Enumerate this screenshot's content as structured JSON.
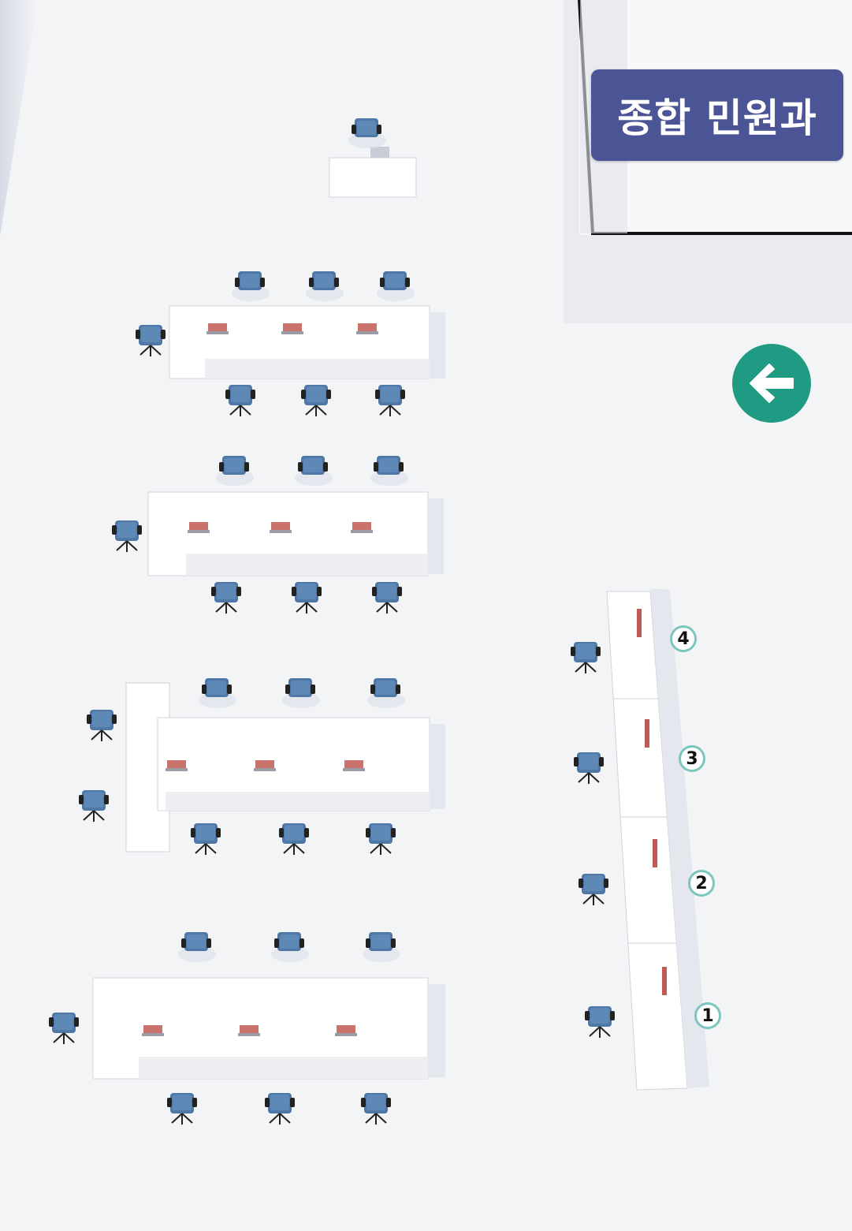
{
  "room": {
    "label": "종합 민원과"
  },
  "back_button": {
    "icon": "arrow-left-icon",
    "color": "#1f9a83"
  },
  "service_windows": [
    {
      "number": "4"
    },
    {
      "number": "3"
    },
    {
      "number": "2"
    },
    {
      "number": "1"
    }
  ],
  "colors": {
    "label_background": "#4b5495",
    "chair": "#4f78a6",
    "badge_border": "#7cc6bd"
  }
}
